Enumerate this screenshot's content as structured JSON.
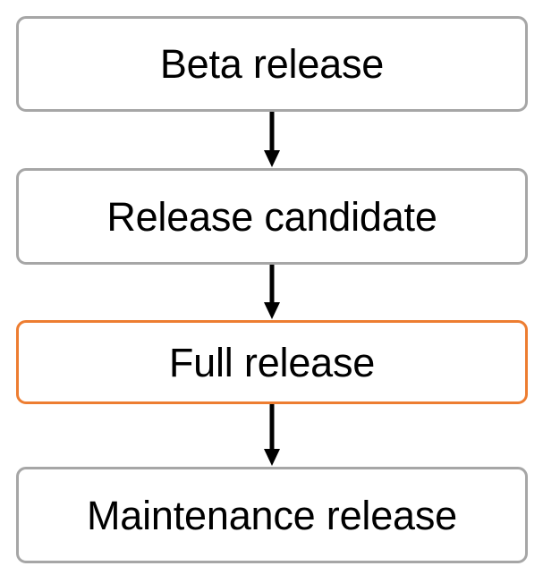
{
  "diagram": {
    "type": "flowchart",
    "orientation": "vertical",
    "background_color": "#FFFFFF",
    "node_border_color": "#A6A6A6",
    "node_accent_border_color": "#ED7D31",
    "node_fill_color": "#FFFFFF",
    "text_color": "#000000",
    "arrow_color": "#000000",
    "nodes": [
      {
        "id": "beta-release",
        "label": "Beta release",
        "highlighted": false
      },
      {
        "id": "release-candidate",
        "label": "Release candidate",
        "highlighted": false
      },
      {
        "id": "full-release",
        "label": "Full release",
        "highlighted": true
      },
      {
        "id": "maintenance-release",
        "label": "Maintenance release",
        "highlighted": false
      }
    ],
    "edges": [
      {
        "from": "beta-release",
        "to": "release-candidate",
        "arrow": "down",
        "label": ""
      },
      {
        "from": "release-candidate",
        "to": "full-release",
        "arrow": "down",
        "label": ""
      },
      {
        "from": "full-release",
        "to": "maintenance-release",
        "arrow": "down",
        "label": ""
      }
    ]
  }
}
